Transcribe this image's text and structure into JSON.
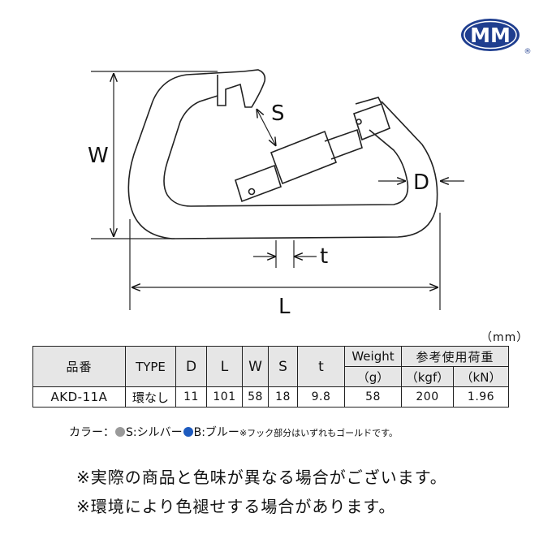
{
  "logo": {
    "text": "MM",
    "registered": "®"
  },
  "diagram": {
    "labels": {
      "W": "W",
      "S": "S",
      "D": "D",
      "t": "t",
      "L": "L"
    }
  },
  "table": {
    "unit": "（mm）",
    "headers": {
      "part_no": "品番",
      "type": "TYPE",
      "d": "D",
      "l": "L",
      "w": "W",
      "s": "S",
      "t": "t",
      "weight": "Weight",
      "weight_unit": "（g）",
      "load": "参考使用荷重",
      "load_kgf": "（kgf）",
      "load_kn": "（kN）"
    },
    "row": {
      "part_no": "AKD-11A",
      "type": "環なし",
      "d": "11",
      "l": "101",
      "w": "58",
      "s": "18",
      "t": "9.8",
      "weight": "58",
      "kgf": "200",
      "kn": "1.96"
    }
  },
  "colors": {
    "prefix": "カラー：",
    "silver_label": "S:シルバー",
    "blue_label": "B:ブルー",
    "note": "※フック部分はいずれもゴールドです。",
    "silver_hex": "#9a9a9a",
    "blue_hex": "#1e5bbf"
  },
  "notes": {
    "line1": "※実際の商品と色味が異なる場合がございます。",
    "line2": "※環境により色褪せする場合があります。"
  },
  "brand_color": "#1f3e8f"
}
